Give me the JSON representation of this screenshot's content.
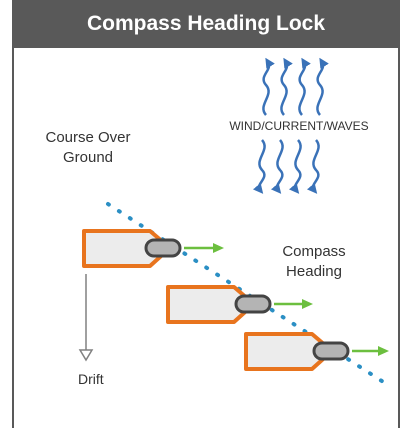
{
  "title": "Compass Heading Lock",
  "labels": {
    "wind": "WIND/CURRENT/WAVES",
    "cog_line1": "Course Over",
    "cog_line2": "Ground",
    "compass_line1": "Compass",
    "compass_line2": "Heading",
    "drift": "Drift"
  },
  "colors": {
    "header_bg": "#595959",
    "boat_outline": "#e8741e",
    "boat_fill": "#ececec",
    "cleat_fill": "#b4b4b4",
    "heading_arrow": "#6cbf3f",
    "course_dots": "#2b8fc4",
    "wind_arrows": "#3a72b8",
    "drift_arrow": "#808080"
  }
}
